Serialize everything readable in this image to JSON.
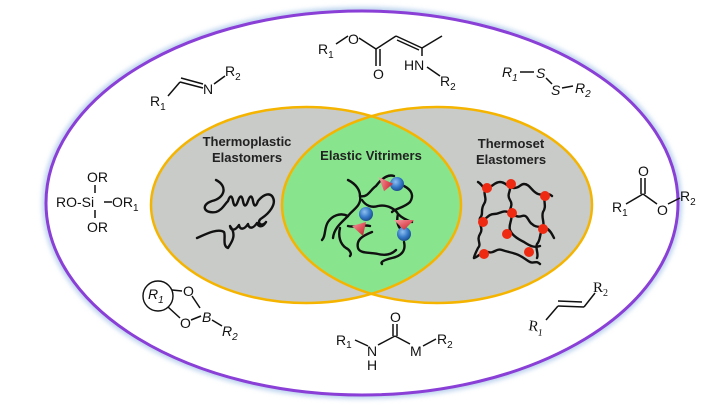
{
  "diagram": {
    "title": "Elastic Vitrimers bridging thermoplastic and thermoset elastomers",
    "colors": {
      "outer_ring": "#8a3fd6",
      "outer_glow": "#bcd3ee",
      "venn_border": "#f5b400",
      "venn_fill": "#c8cbc8",
      "center_fill": "#88e58e",
      "crosslink_dot": "#ef2a12",
      "exchange_triangle": "#e0505a",
      "exchange_bead": "#3579c7"
    },
    "venn": {
      "left": {
        "line1": "Thermoplastic",
        "line2": "Elastomers"
      },
      "center": {
        "label": "Elastic Vitrimers"
      },
      "right": {
        "line1": "Thermoset",
        "line2": "Elastomers"
      }
    },
    "chemistries": {
      "imine": {
        "name": "imine",
        "r1": "R",
        "r1_sub": "1",
        "atom": "N",
        "r2": "R",
        "r2_sub": "2"
      },
      "vinylogous_urethane": {
        "name": "vinylogous-urethane",
        "r1": "R",
        "r1_sub": "1",
        "o_ester": "O",
        "o_carbonyl": "O",
        "hn": "HN",
        "r2": "R",
        "r2_sub": "2"
      },
      "disulfide": {
        "name": "disulfide",
        "r1": "R",
        "r1_sub": "1",
        "s1": "S",
        "s2": "S",
        "r2": "R",
        "r2_sub": "2"
      },
      "silyl_ether": {
        "name": "silyl-ether",
        "top": "OR",
        "left": "RO-Si",
        "right": "OR",
        "right_sub": "1",
        "bottom": "OR"
      },
      "ester": {
        "name": "ester",
        "r1": "R",
        "r1_sub": "1",
        "o_carbonyl": "O",
        "o_ester": "O",
        "r2": "R",
        "r2_sub": "2"
      },
      "boronic_ester": {
        "name": "boronic-ester",
        "r1": "R",
        "r1_sub": "1",
        "o1": "O",
        "o2": "O",
        "b": "B",
        "r2": "R",
        "r2_sub": "2"
      },
      "urea_urethane": {
        "name": "urea-urethane",
        "r1": "R",
        "r1_sub": "1",
        "n": "N",
        "h": "H",
        "o": "O",
        "m": "M",
        "r2": "R",
        "r2_sub": "2"
      },
      "olefin": {
        "name": "olefin",
        "r1": "R",
        "r1_sub": "1",
        "r2": "R",
        "r2_sub": "2"
      }
    }
  }
}
